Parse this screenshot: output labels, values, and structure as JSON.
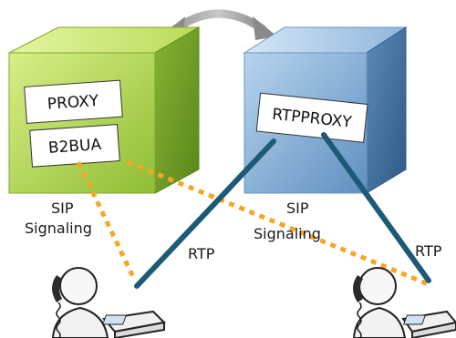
{
  "colors": {
    "green_light": "#c6e46a",
    "green_mid": "#93c13a",
    "green_dark": "#5f8b1f",
    "blue_light": "#a9c9e6",
    "blue_mid": "#6d9cc8",
    "blue_dark": "#3f6b96",
    "rtp_line": "#1d5a78",
    "sip_dots": "#f5a623",
    "arrow": "#8a8a8a"
  },
  "labels": {
    "proxy": "PROXY",
    "b2bua": "B2BUA",
    "rtpproxy": "RTPPROXY",
    "sip_left_1": "SIP",
    "sip_left_2": "Signaling",
    "sip_right_1": "SIP",
    "sip_right_2": "Signaling",
    "rtp_left": "RTP",
    "rtp_right": "RTP"
  },
  "icons": {
    "arrow": "bidirectional-arrow-icon",
    "phone_user_left": "phone-user-icon",
    "phone_user_right": "phone-user-icon"
  }
}
